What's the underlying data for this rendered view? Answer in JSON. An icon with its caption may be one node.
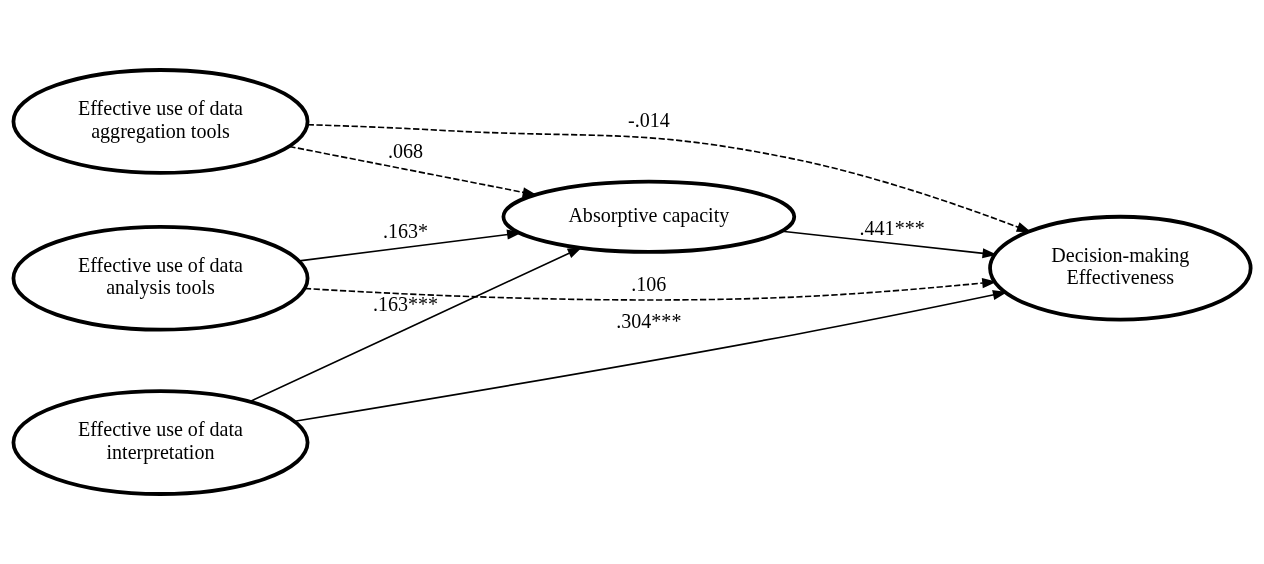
{
  "diagram": {
    "nodes": [
      {
        "text": [
          "Effective use of data aggregation tools"
        ]
      },
      {
        "text": [
          "Effective use of data analysis tools"
        ]
      },
      {
        "text": [
          "Effective use of data interpretation"
        ]
      },
      {
        "text": [
          "Absorptive capacity"
        ]
      },
      {
        "text": [
          "Decision-making Effectiveness"
        ]
      }
    ],
    "edges": [
      {
        "from": 1,
        "to": 4,
        "arrow": "to",
        "label": ".106",
        "style": "dashed"
      },
      {
        "from": 0,
        "to": 4,
        "arrow": "to",
        "label": "-.014",
        "style": "dashed"
      },
      {
        "from": 0,
        "to": 3,
        "arrow": "to",
        "label": ".068",
        "style": "dashed"
      },
      {
        "from": 1,
        "to": 3,
        "arrow": "to",
        "label": ".163*"
      },
      {
        "from": 2,
        "to": 3,
        "arrow": "to",
        "label": ".163***"
      },
      {
        "from": 3,
        "to": 4,
        "arrow": "to",
        "label": ".441***"
      },
      {
        "from": 2,
        "to": 4,
        "arrow": "to",
        "label": ".304***"
      }
    ]
  }
}
